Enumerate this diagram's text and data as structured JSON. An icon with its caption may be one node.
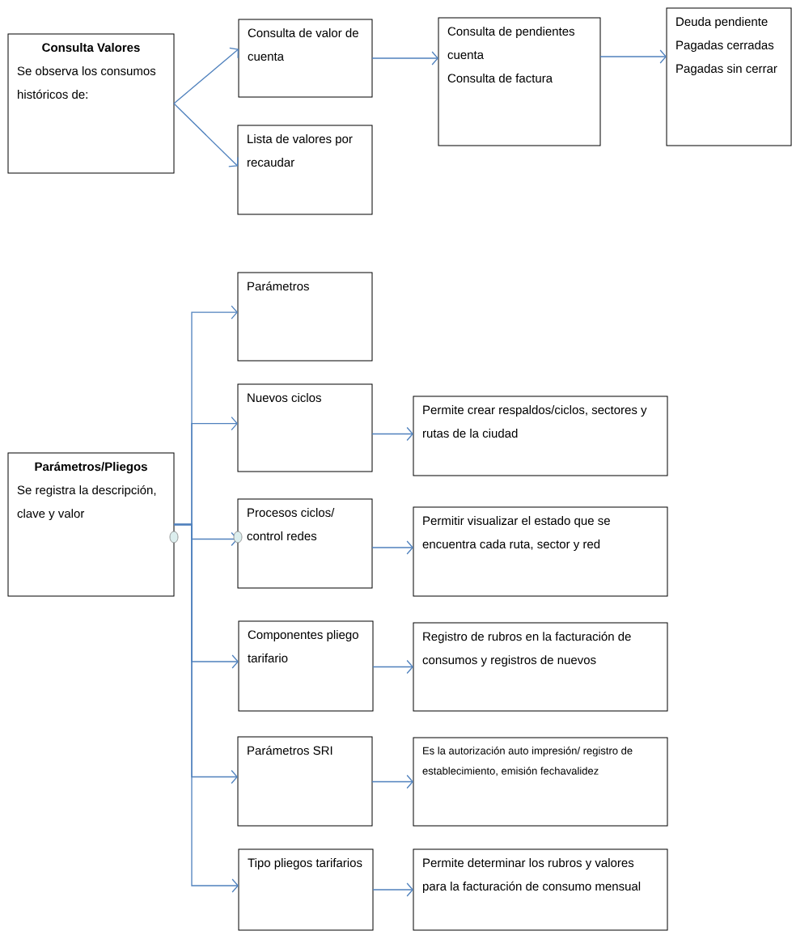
{
  "diagram": {
    "nodes": [
      {
        "text": [
          "Consulta Valores",
          "Se observa los consumos históricos de:"
        ]
      },
      {
        "text": [
          "Consulta de valor de cuenta"
        ]
      },
      {
        "text": [
          "Lista de valores por recaudar"
        ]
      },
      {
        "text": [
          "Consulta de pendientes cuenta",
          "Consulta de factura"
        ]
      },
      {
        "text": [
          "Deuda pendiente",
          "Pagadas cerradas",
          "Pagadas sin cerrar"
        ]
      },
      {
        "text": [
          "Parámetros/Pliegos",
          "Se registra la descripción, clave y valor"
        ]
      },
      {
        "text": [
          "Parámetros"
        ]
      },
      {
        "text": [
          "Nuevos ciclos"
        ]
      },
      {
        "text": [
          "Permite crear respaldos/ciclos, sectores y rutas de la ciudad"
        ]
      },
      {
        "text": [
          "Procesos ciclos/ control redes"
        ]
      },
      {
        "text": [
          "Permitir visualizar el estado que se encuentra cada ruta, sector y red"
        ]
      },
      {
        "text": [
          "Componentes pliego tarifario"
        ]
      },
      {
        "text": [
          "Registro de rubros en la facturación de consumos y registros de nuevos"
        ]
      },
      {
        "text": [
          "Parámetros SRI"
        ]
      },
      {
        "text": [
          "Es la autorización auto impresión/ registro de establecimiento, emisión fechavalidez"
        ]
      },
      {
        "text": [
          "Tipo pliegos tarifarios"
        ]
      },
      {
        "text": [
          "Permite determinar los rubros y valores para la facturación de consumo mensual"
        ]
      }
    ],
    "edges": [
      {
        "from": 0,
        "to": 1,
        "arrow": "to"
      },
      {
        "from": 0,
        "to": 2,
        "arrow": "to"
      },
      {
        "from": 1,
        "to": 3,
        "arrow": "to"
      },
      {
        "from": 3,
        "to": 4,
        "arrow": "to"
      },
      {
        "from": 5,
        "to": 6,
        "arrow": "to"
      },
      {
        "from": 5,
        "to": 7,
        "arrow": "to"
      },
      {
        "from": 5,
        "to": 9,
        "arrow": "to"
      },
      {
        "from": 5,
        "to": 11,
        "arrow": "to"
      },
      {
        "from": 5,
        "to": 13,
        "arrow": "to"
      },
      {
        "from": 5,
        "to": 15,
        "arrow": "to"
      },
      {
        "from": 7,
        "to": 8,
        "arrow": "to"
      },
      {
        "from": 9,
        "to": 10,
        "arrow": "to"
      },
      {
        "from": 11,
        "to": 12,
        "arrow": "to"
      },
      {
        "from": 13,
        "to": 14,
        "arrow": "to"
      },
      {
        "from": 15,
        "to": 16,
        "arrow": "to"
      }
    ]
  }
}
